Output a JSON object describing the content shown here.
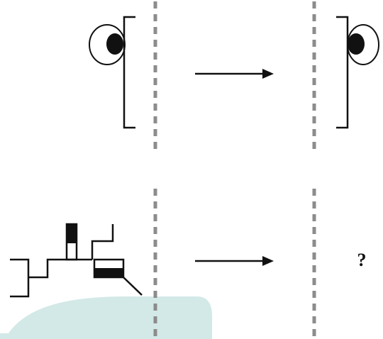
{
  "diagram": {
    "rows": [
      {
        "id": "row-1",
        "left_figure": "eye-and-bracket",
        "transform": "arrow-right",
        "right_figure": "eye-and-bracket-reflected",
        "mirror_line": "dashed-vertical-line"
      },
      {
        "id": "row-2",
        "left_figure": "stepped-line-figure-with-mound",
        "transform": "arrow-right",
        "right_figure": "unknown",
        "mirror_line": "dashed-vertical-line"
      }
    ],
    "answer_placeholder": "?"
  },
  "colors": {
    "stroke": "#111111",
    "mirror_line": "#8c8c8c",
    "mound_fill": "#d3e9e7",
    "background": "#ffffff"
  }
}
